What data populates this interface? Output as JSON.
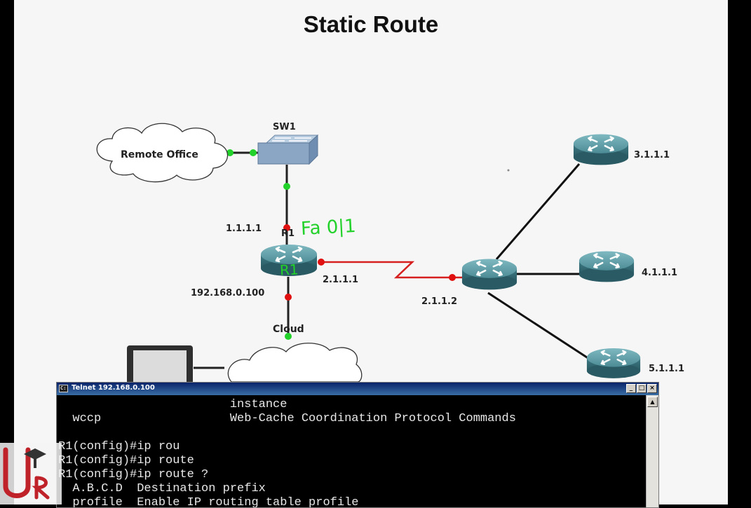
{
  "slide": {
    "title": "Static Route"
  },
  "diagram": {
    "remote_office": "Remote Office",
    "switch_label": "SW1",
    "r1_ip_top": "1.1.1.1",
    "r1_label": "R1",
    "r1_interface_note": "Fa 0|1",
    "r1_hand_label": "R1",
    "r1_ip_right": "2.1.1.1",
    "r1_ip_bottom": "192.168.0.100",
    "cloud_label": "Cloud",
    "hub_ip": "2.1.1.2",
    "router3_ip": "3.1.1.1",
    "router4_ip": "4.1.1.1",
    "router5_ip": "5.1.1.1"
  },
  "telnet": {
    "title": "Telnet 192.168.0.100",
    "lines": [
      "                        instance",
      "  wccp                  Web-Cache Coordination Protocol Commands",
      "",
      "R1(config)#ip rou",
      "R1(config)#ip route",
      "R1(config)#ip route ?",
      "  A.B.C.D  Destination prefix",
      "  profile  Enable IP routing table profile"
    ]
  },
  "colors": {
    "slide_bg": "#f6f6f6",
    "link_green": "#22d12a",
    "link_red": "#e01010",
    "serial_link": "#d62020",
    "router_teal": "#4f8f98"
  }
}
